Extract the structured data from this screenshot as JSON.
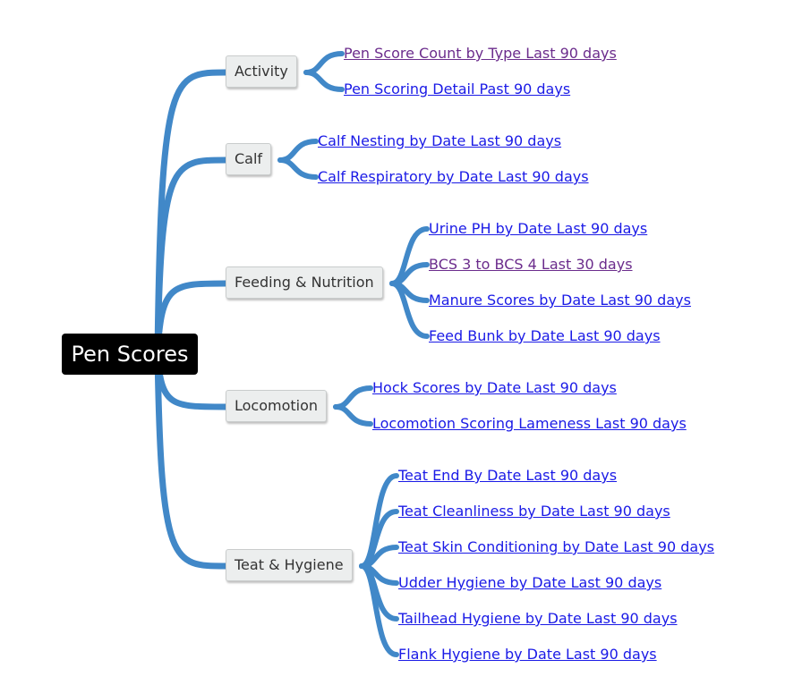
{
  "root": {
    "label": "Pen Scores"
  },
  "colors": {
    "connector": "#4188c8",
    "link": "#1a1ae6",
    "visited_link": "#6b2c8c"
  },
  "categories": [
    {
      "label": "Activity",
      "links": [
        {
          "text": "Pen Score Count by Type Last 90 days",
          "visited": true
        },
        {
          "text": "Pen Scoring Detail Past 90 days",
          "visited": false
        }
      ]
    },
    {
      "label": "Calf",
      "links": [
        {
          "text": "Calf Nesting by Date Last 90 days",
          "visited": false
        },
        {
          "text": "Calf Respiratory by Date Last 90 days",
          "visited": false
        }
      ]
    },
    {
      "label": "Feeding & Nutrition",
      "links": [
        {
          "text": "Urine PH by Date Last 90 days",
          "visited": false
        },
        {
          "text": "BCS 3 to BCS 4 Last 30 days",
          "visited": true
        },
        {
          "text": "Manure Scores by Date Last 90 days",
          "visited": false
        },
        {
          "text": "Feed Bunk by Date Last 90 days",
          "visited": false
        }
      ]
    },
    {
      "label": "Locomotion",
      "links": [
        {
          "text": "Hock Scores by Date Last 90 days",
          "visited": false
        },
        {
          "text": "Locomotion Scoring Lameness Last 90 days",
          "visited": false
        }
      ]
    },
    {
      "label": "Teat & Hygiene",
      "links": [
        {
          "text": "Teat End By Date Last 90 days",
          "visited": false
        },
        {
          "text": "Teat Cleanliness by Date Last 90 days",
          "visited": false
        },
        {
          "text": "Teat Skin Conditioning by Date Last 90 days",
          "visited": false
        },
        {
          "text": "Udder Hygiene by Date Last 90 days",
          "visited": false
        },
        {
          "text": "Tailhead Hygiene by Date Last 90 days",
          "visited": false
        },
        {
          "text": "Flank Hygiene by Date Last 90 days",
          "visited": false
        }
      ]
    }
  ]
}
